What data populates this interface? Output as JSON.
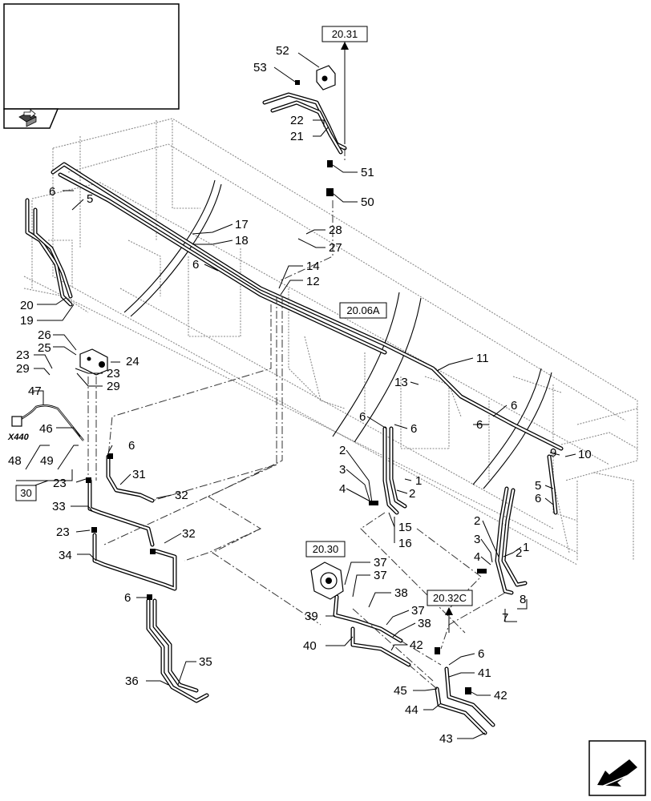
{
  "callouts": [
    {
      "id": "c52",
      "text": "52"
    },
    {
      "id": "c53",
      "text": "53"
    },
    {
      "id": "c22",
      "text": "22"
    },
    {
      "id": "c21",
      "text": "21"
    },
    {
      "id": "c51",
      "text": "51"
    },
    {
      "id": "c50",
      "text": "50"
    },
    {
      "id": "c6a",
      "text": "6"
    },
    {
      "id": "c5a",
      "text": "5"
    },
    {
      "id": "c17",
      "text": "17"
    },
    {
      "id": "c18",
      "text": "18"
    },
    {
      "id": "c28",
      "text": "28"
    },
    {
      "id": "c27",
      "text": "27"
    },
    {
      "id": "c6b",
      "text": "6"
    },
    {
      "id": "c14",
      "text": "14"
    },
    {
      "id": "c12",
      "text": "12"
    },
    {
      "id": "c20",
      "text": "20"
    },
    {
      "id": "c19",
      "text": "19"
    },
    {
      "id": "c26",
      "text": "26"
    },
    {
      "id": "c25",
      "text": "25"
    },
    {
      "id": "c23a",
      "text": "23"
    },
    {
      "id": "c24",
      "text": "24"
    },
    {
      "id": "c29a",
      "text": "29"
    },
    {
      "id": "c23b",
      "text": "23"
    },
    {
      "id": "c29b",
      "text": "29"
    },
    {
      "id": "c11",
      "text": "11"
    },
    {
      "id": "c13",
      "text": "13"
    },
    {
      "id": "c47",
      "text": "47"
    },
    {
      "id": "c46",
      "text": "46"
    },
    {
      "id": "c6c",
      "text": "6"
    },
    {
      "id": "c6d",
      "text": "6"
    },
    {
      "id": "c6e",
      "text": "6"
    },
    {
      "id": "c6f",
      "text": "6"
    },
    {
      "id": "c48",
      "text": "48"
    },
    {
      "id": "c49",
      "text": "49"
    },
    {
      "id": "c9",
      "text": "9"
    },
    {
      "id": "c10",
      "text": "10"
    },
    {
      "id": "c2a",
      "text": "2"
    },
    {
      "id": "c6g",
      "text": "6"
    },
    {
      "id": "c3a",
      "text": "3"
    },
    {
      "id": "c1a",
      "text": "1"
    },
    {
      "id": "c5b",
      "text": "5"
    },
    {
      "id": "c6h",
      "text": "6"
    },
    {
      "id": "c23c",
      "text": "23"
    },
    {
      "id": "c31",
      "text": "31"
    },
    {
      "id": "c4a",
      "text": "4"
    },
    {
      "id": "c2b",
      "text": "2"
    },
    {
      "id": "c32a",
      "text": "32"
    },
    {
      "id": "c33",
      "text": "33"
    },
    {
      "id": "c15",
      "text": "15"
    },
    {
      "id": "c16",
      "text": "16"
    },
    {
      "id": "c2c",
      "text": "2"
    },
    {
      "id": "c23d",
      "text": "23"
    },
    {
      "id": "c32b",
      "text": "32"
    },
    {
      "id": "c3b",
      "text": "3"
    },
    {
      "id": "c1b",
      "text": "1"
    },
    {
      "id": "c34",
      "text": "34"
    },
    {
      "id": "c4b",
      "text": "4"
    },
    {
      "id": "c2d",
      "text": "2"
    },
    {
      "id": "c37a",
      "text": "37"
    },
    {
      "id": "c37b",
      "text": "37"
    },
    {
      "id": "c8",
      "text": "8"
    },
    {
      "id": "c6i",
      "text": "6"
    },
    {
      "id": "c38a",
      "text": "38"
    },
    {
      "id": "c39",
      "text": "39"
    },
    {
      "id": "c37c",
      "text": "37"
    },
    {
      "id": "c7",
      "text": "7"
    },
    {
      "id": "c38b",
      "text": "38"
    },
    {
      "id": "c40",
      "text": "40"
    },
    {
      "id": "c42a",
      "text": "42"
    },
    {
      "id": "c6j",
      "text": "6"
    },
    {
      "id": "c35",
      "text": "35"
    },
    {
      "id": "c41",
      "text": "41"
    },
    {
      "id": "c36",
      "text": "36"
    },
    {
      "id": "c45",
      "text": "45"
    },
    {
      "id": "c42b",
      "text": "42"
    },
    {
      "id": "c44",
      "text": "44"
    },
    {
      "id": "c43",
      "text": "43"
    }
  ],
  "reference_boxes": [
    {
      "id": "r2031",
      "text": "20.31"
    },
    {
      "id": "r2006a",
      "text": "20.06A"
    },
    {
      "id": "r30",
      "text": "30"
    },
    {
      "id": "r2030",
      "text": "20.30"
    },
    {
      "id": "r2032c",
      "text": "20.32C"
    }
  ],
  "connector_label": "X440",
  "icons": {
    "top_left": "view-orientation-icon",
    "bottom_right": "navigation-arrow-icon"
  }
}
